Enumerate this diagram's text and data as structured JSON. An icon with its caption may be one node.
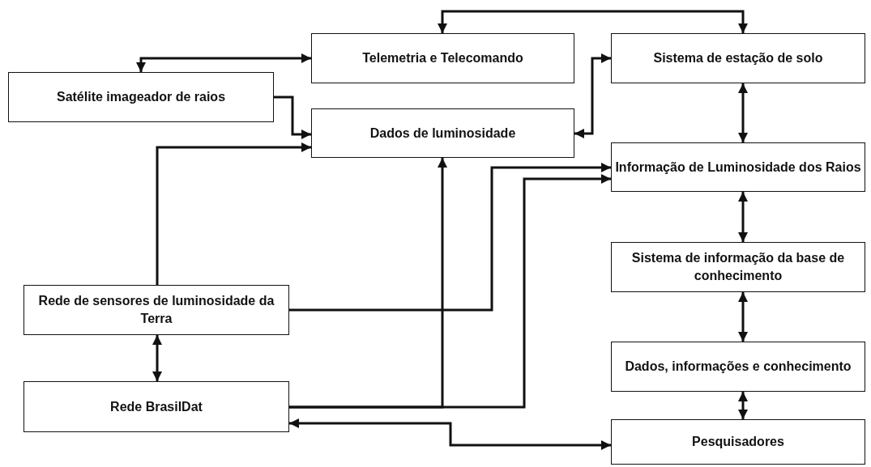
{
  "diagram": {
    "nodes": [
      {
        "text": [
          "Telemetria e Telecomando"
        ]
      },
      {
        "text": [
          "Satélite imageador de raios"
        ]
      },
      {
        "text": [
          "Sistema de estação de solo"
        ]
      },
      {
        "text": [
          "Dados de luminosidade"
        ]
      },
      {
        "text": [
          "Informação de Luminosidade dos Raios"
        ]
      },
      {
        "text": [
          "Sistema de informação da base de conhecimento"
        ]
      },
      {
        "text": [
          "Rede de sensores de luminosidade da Terra"
        ]
      },
      {
        "text": [
          "Dados, informações e conhecimento"
        ]
      },
      {
        "text": [
          "Rede BrasilDat"
        ]
      },
      {
        "text": [
          "Pesquisadores"
        ]
      }
    ],
    "edges": [
      {
        "from": 1,
        "to": 0,
        "arrow": "both"
      },
      {
        "from": 0,
        "to": 2,
        "arrow": "both"
      },
      {
        "from": 1,
        "to": 3,
        "arrow": "to"
      },
      {
        "from": 6,
        "to": 3,
        "arrow": "to"
      },
      {
        "from": 3,
        "to": 2,
        "arrow": "both"
      },
      {
        "from": 2,
        "to": 4,
        "arrow": "both"
      },
      {
        "from": 6,
        "to": 4,
        "arrow": "to"
      },
      {
        "from": 8,
        "to": 3,
        "arrow": "to"
      },
      {
        "from": 8,
        "to": 4,
        "arrow": "to"
      },
      {
        "from": 4,
        "to": 5,
        "arrow": "both"
      },
      {
        "from": 5,
        "to": 7,
        "arrow": "both"
      },
      {
        "from": 7,
        "to": 9,
        "arrow": "both"
      },
      {
        "from": 8,
        "to": 9,
        "arrow": "both"
      },
      {
        "from": 6,
        "to": 8,
        "arrow": "both"
      }
    ]
  }
}
